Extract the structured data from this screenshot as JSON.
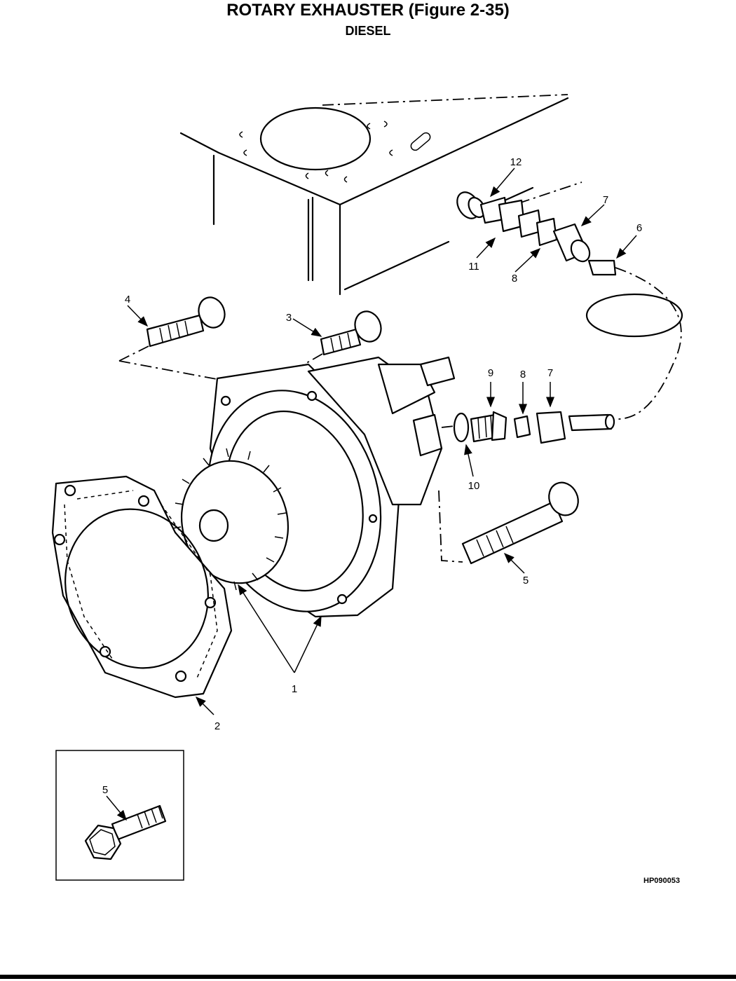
{
  "title": "ROTARY EXHAUSTER (Figure 2-35)",
  "subtitle": "DIESEL",
  "figure_code": "HP090053",
  "callouts": {
    "c1": "1",
    "c2": "2",
    "c3": "3",
    "c4": "4",
    "c5": "5",
    "c5_inset": "5",
    "c6": "6",
    "c7_top": "7",
    "c7_lower": "7",
    "c8_top": "8",
    "c8_lower": "8",
    "c9": "9",
    "c10": "10",
    "c11": "11",
    "c12": "12"
  }
}
